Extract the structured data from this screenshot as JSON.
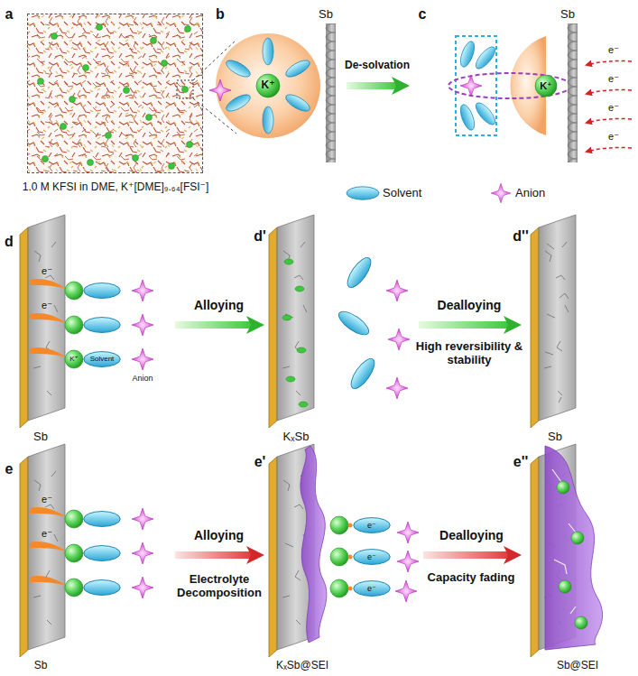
{
  "diagram": {
    "nodes": [
      {
        "text": [
          "1.0 M KFSI in DME, K⁺[DME]₉.₆₄[FSI⁻]"
        ]
      },
      {
        "text": [
          "Sb"
        ]
      },
      {
        "text": [
          "K⁺"
        ],
        "in": 1
      },
      {
        "text": [
          "Sb"
        ]
      },
      {
        "text": [
          "K⁺"
        ],
        "in": 3
      },
      {
        "text": [
          "Sb"
        ]
      },
      {
        "text": [
          "KₓSb"
        ]
      },
      {
        "text": [
          "Sb"
        ]
      },
      {
        "text": [
          "Sb"
        ]
      },
      {
        "text": [
          "KₓSb@SEI"
        ]
      },
      {
        "text": [
          "Sb@SEI"
        ]
      }
    ],
    "edges": [
      {
        "from": 1,
        "to": 3,
        "arrow": "to",
        "label": "De-solvation"
      },
      {
        "from": 5,
        "to": 6,
        "arrow": "to",
        "label": "Alloying"
      },
      {
        "from": 6,
        "to": 7,
        "arrow": "to",
        "label": "Dealloying"
      },
      {
        "from": 8,
        "to": 9,
        "arrow": "to",
        "label": "Alloying"
      },
      {
        "from": 9,
        "to": 10,
        "arrow": "to",
        "label": "Dealloying"
      }
    ],
    "labels": [
      "a",
      "b",
      "c",
      "e⁻",
      "e⁻",
      "e⁻",
      "e⁻",
      "d",
      "e⁻",
      "e⁻",
      "K⁺",
      "Solvent",
      "Anion",
      "d'",
      "High reversibility & stability",
      "d''",
      "e",
      "e⁻",
      "e⁻",
      "e'",
      "e⁻",
      "e⁻",
      "e⁻",
      "Electrolyte Decomposition",
      "e''",
      "Capacity fading"
    ],
    "legend": [
      {
        "text": "Solvent"
      },
      {
        "text": "Anion"
      }
    ]
  }
}
